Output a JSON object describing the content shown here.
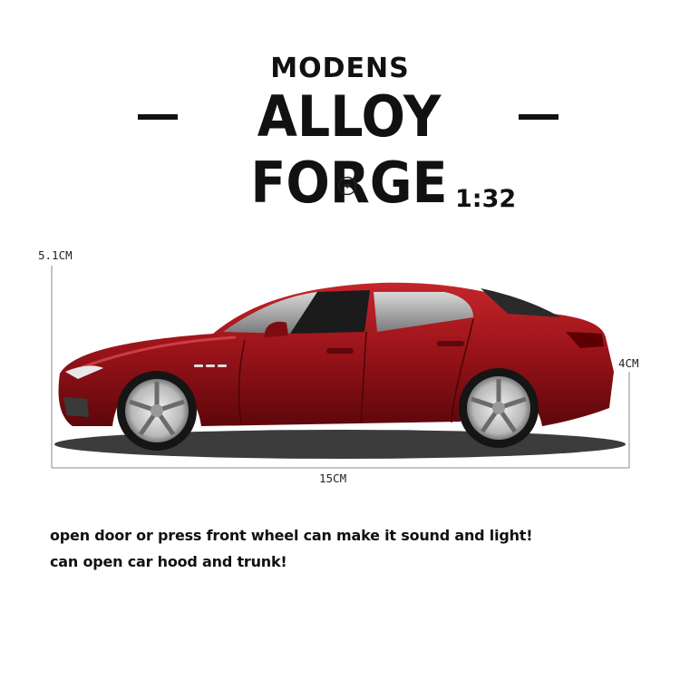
{
  "brand": "MODENS",
  "title": "ALLOY FORGE",
  "scale": "1:32",
  "dimensions": {
    "height": "5.1CM",
    "length": "15CM",
    "width": "4CM"
  },
  "features": [
    "open door or press front wheel can make it sound and light!",
    "can open car hood and trunk!"
  ],
  "colors": {
    "car_body": "#8e1016",
    "car_highlight": "#c4262b",
    "text": "#111111"
  },
  "icons": {
    "scroll": "chevron-down-circle-icon"
  }
}
